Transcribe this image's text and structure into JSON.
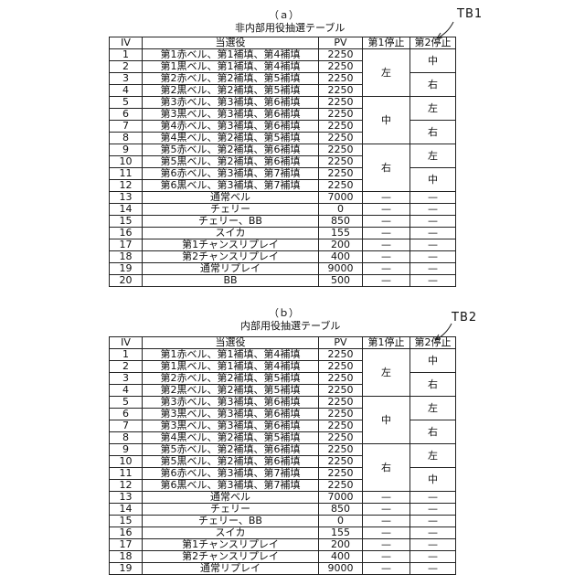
{
  "table_a": {
    "label": "（ａ）",
    "title": "非内部用役抽選テーブル",
    "tag": "TB1",
    "headers": [
      "IV",
      "当選役",
      "PV",
      "第1停止",
      "第2停止"
    ],
    "rows": [
      {
        "iv": "1",
        "name": "第1赤ベル、第1補填、第4補填",
        "pv": "2250"
      },
      {
        "iv": "2",
        "name": "第1黒ベル、第1補填、第4補填",
        "pv": "2250"
      },
      {
        "iv": "3",
        "name": "第2赤ベル、第2補填、第5補填",
        "pv": "2250"
      },
      {
        "iv": "4",
        "name": "第2黒ベル、第2補填、第5補填",
        "pv": "2250"
      },
      {
        "iv": "5",
        "name": "第3赤ベル、第3補填、第6補填",
        "pv": "2250"
      },
      {
        "iv": "6",
        "name": "第3黒ベル、第3補填、第6補填",
        "pv": "2250"
      },
      {
        "iv": "7",
        "name": "第4赤ベル、第3補填、第6補填",
        "pv": "2250"
      },
      {
        "iv": "8",
        "name": "第4黒ベル、第2補填、第5補填",
        "pv": "2250"
      },
      {
        "iv": "9",
        "name": "第5赤ベル、第2補填、第6補填",
        "pv": "2250"
      },
      {
        "iv": "10",
        "name": "第5黒ベル、第2補填、第6補填",
        "pv": "2250"
      },
      {
        "iv": "11",
        "name": "第6赤ベル、第3補填、第7補填",
        "pv": "2250"
      },
      {
        "iv": "12",
        "name": "第6黒ベル、第3補填、第7補填",
        "pv": "2250"
      },
      {
        "iv": "13",
        "name": "通常ベル",
        "pv": "7000",
        "s1": "—",
        "s2": "—"
      },
      {
        "iv": "14",
        "name": "チェリー",
        "pv": "0",
        "s1": "—",
        "s2": "—"
      },
      {
        "iv": "15",
        "name": "チェリー、BB",
        "pv": "850",
        "s1": "—",
        "s2": "—"
      },
      {
        "iv": "16",
        "name": "スイカ",
        "pv": "155",
        "s1": "—",
        "s2": "—"
      },
      {
        "iv": "17",
        "name": "第1チャンスリプレイ",
        "pv": "200",
        "s1": "—",
        "s2": "—"
      },
      {
        "iv": "18",
        "name": "第2チャンスリプレイ",
        "pv": "400",
        "s1": "—",
        "s2": "—"
      },
      {
        "iv": "19",
        "name": "通常リプレイ",
        "pv": "9000",
        "s1": "—",
        "s2": "—"
      },
      {
        "iv": "20",
        "name": "BB",
        "pv": "500",
        "s1": "—",
        "s2": "—"
      }
    ],
    "stop1_groups": [
      "左",
      "中",
      "右"
    ],
    "stop2_groups": [
      "中",
      "右",
      "左",
      "右",
      "左",
      "中"
    ]
  },
  "table_b": {
    "label": "（ｂ）",
    "title": "内部用役抽選テーブル",
    "tag": "TB2",
    "headers": [
      "IV",
      "当選役",
      "PV",
      "第1停止",
      "第2停止"
    ],
    "rows": [
      {
        "iv": "1",
        "name": "第1赤ベル、第1補填、第4補填",
        "pv": "2250"
      },
      {
        "iv": "2",
        "name": "第1黒ベル、第1補填、第4補填",
        "pv": "2250"
      },
      {
        "iv": "3",
        "name": "第2赤ベル、第2補填、第5補填",
        "pv": "2250"
      },
      {
        "iv": "4",
        "name": "第2黒ベル、第2補填、第5補填",
        "pv": "2250"
      },
      {
        "iv": "5",
        "name": "第3赤ベル、第3補填、第6補填",
        "pv": "2250"
      },
      {
        "iv": "6",
        "name": "第3黒ベル、第3補填、第6補填",
        "pv": "2250"
      },
      {
        "iv": "7",
        "name": "第3黒ベル、第3補填、第6補填",
        "pv": "2250"
      },
      {
        "iv": "8",
        "name": "第4黒ベル、第2補填、第5補填",
        "pv": "2250"
      },
      {
        "iv": "9",
        "name": "第5赤ベル、第2補填、第6補填",
        "pv": "2250"
      },
      {
        "iv": "10",
        "name": "第5黒ベル、第2補填、第6補填",
        "pv": "2250"
      },
      {
        "iv": "11",
        "name": "第6赤ベル、第3補填、第7補填",
        "pv": "2250"
      },
      {
        "iv": "12",
        "name": "第6黒ベル、第3補填、第7補填",
        "pv": "2250"
      },
      {
        "iv": "13",
        "name": "通常ベル",
        "pv": "7000",
        "s1": "—",
        "s2": "—"
      },
      {
        "iv": "14",
        "name": "チェリー",
        "pv": "850",
        "s1": "—",
        "s2": "—"
      },
      {
        "iv": "15",
        "name": "チェリー、BB",
        "pv": "0",
        "s1": "—",
        "s2": "—"
      },
      {
        "iv": "16",
        "name": "スイカ",
        "pv": "155",
        "s1": "—",
        "s2": "—"
      },
      {
        "iv": "17",
        "name": "第1チャンスリプレイ",
        "pv": "200",
        "s1": "—",
        "s2": "—"
      },
      {
        "iv": "18",
        "name": "第2チャンスリプレイ",
        "pv": "400",
        "s1": "—",
        "s2": "—"
      },
      {
        "iv": "19",
        "name": "通常リプレイ",
        "pv": "9000",
        "s1": "—",
        "s2": "—"
      }
    ],
    "stop1_groups": [
      "左",
      "中",
      "右"
    ],
    "stop2_groups": [
      "中",
      "右",
      "左",
      "右",
      "左",
      "中"
    ]
  }
}
